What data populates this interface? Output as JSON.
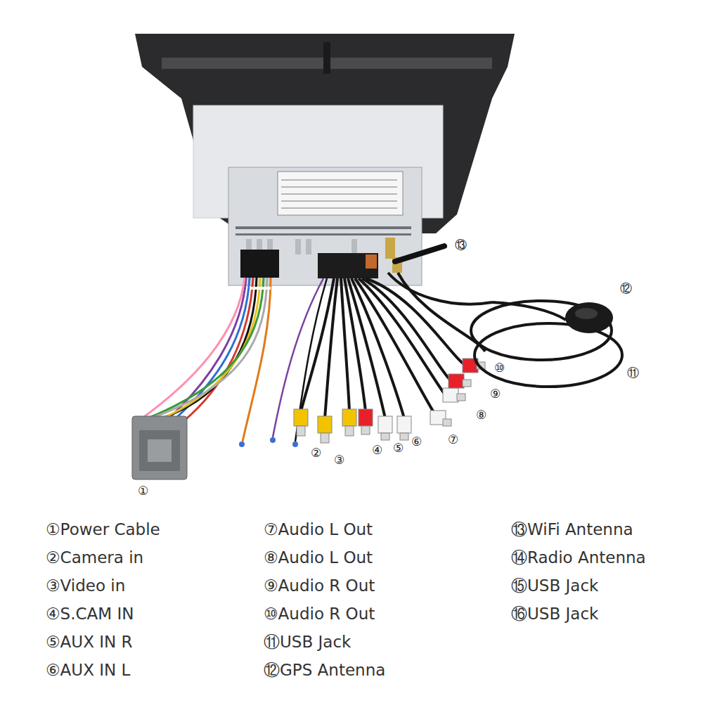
{
  "diagram": {
    "labels": [
      "①",
      "②",
      "③",
      "④",
      "⑤",
      "⑥",
      "⑦",
      "⑧",
      "⑨",
      "⑩",
      "⑪",
      "⑫",
      "⑬",
      "①Power Cable",
      "②Camera in",
      "③Video in",
      "④S.CAM IN",
      "⑤AUX IN R",
      "⑥AUX IN L",
      "⑦Audio L Out",
      "⑧Audio L Out",
      "⑨Audio R Out",
      "⑩Audio R Out",
      "⑪USB Jack",
      "⑫GPS Antenna",
      "⑬WiFi Antenna",
      "⑭Radio Antenna",
      "⑮USB Jack",
      "⑯USB Jack"
    ]
  }
}
